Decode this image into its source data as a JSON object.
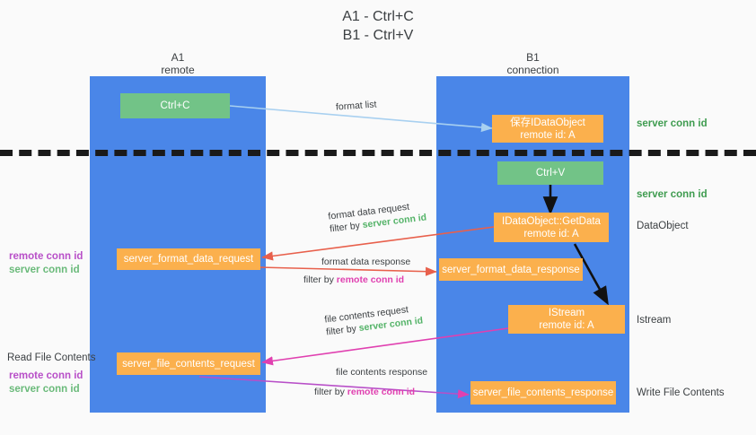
{
  "title": {
    "line1": "A1 - Ctrl+C",
    "line2": "B1 - Ctrl+V"
  },
  "lanes": [
    {
      "name": "A1",
      "sub": "remote",
      "color": "#4a86e8"
    },
    {
      "name": "B1",
      "sub": "connection",
      "color": "#4a86e8"
    }
  ],
  "colors": {
    "lane": "#4a86e8",
    "green_node": "#72c387",
    "orange_node": "#fbb04d",
    "remote_conn_id": "#b84fc8",
    "server_conn_id": "#6aba7a",
    "divider": "#1a1a1a",
    "arrow_format_list": "#a8d0f0",
    "arrow_format_data": "#e8604c",
    "arrow_file_contents": "#e040b0",
    "arrow_black": "#111111"
  },
  "nodes": {
    "ctrl_c": {
      "line1": "Ctrl+C",
      "line2": ""
    },
    "save_idataobject": {
      "line1": "保存IDataObject",
      "line2": "remote id: A"
    },
    "ctrl_v": {
      "line1": "Ctrl+V",
      "line2": ""
    },
    "getdata": {
      "line1": "IDataObject::GetData",
      "line2": "remote id: A"
    },
    "format_data_request": {
      "line1": "server_format_data_request",
      "line2": ""
    },
    "format_data_response": {
      "line1": "server_format_data_response",
      "line2": ""
    },
    "istream": {
      "line1": "IStream",
      "line2": "remote id: A"
    },
    "file_contents_request": {
      "line1": "server_file_contents_request",
      "line2": ""
    },
    "file_contents_response": {
      "line1": "server_file_contents_response",
      "line2": ""
    }
  },
  "right_labels": {
    "server_conn_id_top": "server conn id",
    "server_conn_id_mid": "server conn id",
    "dataobject": "DataObject",
    "istream": "Istream",
    "write_file_contents": "Write File Contents"
  },
  "left_labels": {
    "conn_ids_upper": {
      "remote": "remote conn id",
      "server": "server conn id"
    },
    "read_file_contents": "Read File Contents",
    "conn_ids_lower": {
      "remote": "remote conn id",
      "server": "server conn id"
    }
  },
  "edges": [
    {
      "id": "format-list",
      "text": "format list",
      "filter_prefix": "",
      "filter_value": "",
      "filter_color": ""
    },
    {
      "id": "format-data-request",
      "text": "format data request",
      "filter_prefix": "filter by ",
      "filter_value": "server conn id",
      "filter_color": "green"
    },
    {
      "id": "format-data-response",
      "text": "format data response",
      "filter_prefix": "filter by ",
      "filter_value": "remote conn id",
      "filter_color": "magenta"
    },
    {
      "id": "file-contents-request",
      "text": "file contents request",
      "filter_prefix": "filter by ",
      "filter_value": "server conn id",
      "filter_color": "green"
    },
    {
      "id": "file-contents-response",
      "text": "file contents response",
      "filter_prefix": "filter by ",
      "filter_value": "remote conn id",
      "filter_color": "magenta"
    }
  ]
}
